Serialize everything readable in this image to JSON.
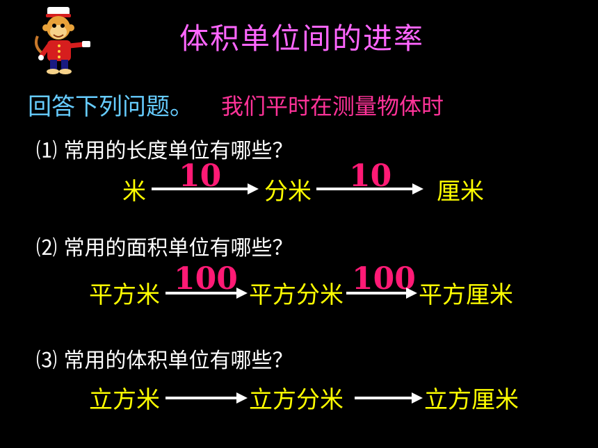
{
  "slide": {
    "title": "体积单位间的进率",
    "prompt": "回答下列问题。",
    "note": "我们平时在测量物体时"
  },
  "questions": [
    {
      "text": "⑴ 常用的长度单位有哪些？",
      "units": [
        "米",
        "分米",
        "厘米"
      ],
      "rates": [
        "10",
        "10"
      ]
    },
    {
      "text": "⑵ 常用的面积单位有哪些？",
      "units": [
        "平方米",
        "平方分米",
        "平方厘米"
      ],
      "rates": [
        "100",
        "100"
      ]
    },
    {
      "text": "⑶ 常用的体积单位有哪些？",
      "units": [
        "立方米",
        "立方分米",
        "立方厘米"
      ],
      "rates": []
    }
  ],
  "colors": {
    "background": "#000000",
    "title": "#ff66ff",
    "prompt": "#66ccff",
    "note": "#ff3399",
    "unit": "#ffff00",
    "rate": "#ff1a75",
    "arrow": "#ffffff"
  },
  "icons": {
    "mascot": "monkey-mascot-icon"
  }
}
